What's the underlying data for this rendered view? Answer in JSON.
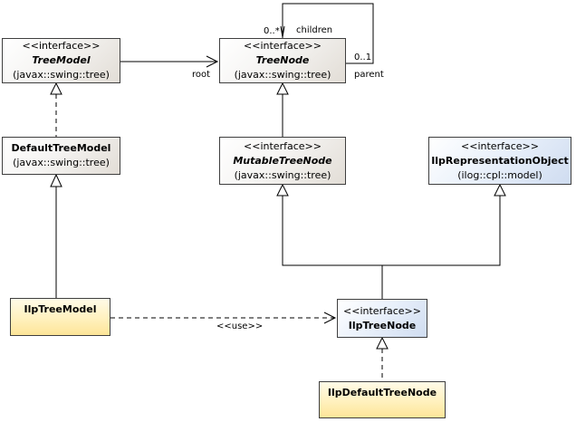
{
  "classes": {
    "tree_model": {
      "stereotype": "<<interface>>",
      "name": "TreeModel",
      "package": "(javax::swing::tree)"
    },
    "tree_node": {
      "stereotype": "<<interface>>",
      "name": "TreeNode",
      "package": "(javax::swing::tree)"
    },
    "default_tree_model": {
      "name": "DefaultTreeModel",
      "package": "(javax::swing::tree)"
    },
    "mutable_tree_node": {
      "stereotype": "<<interface>>",
      "name": "MutableTreeNode",
      "package": "(javax::swing::tree)"
    },
    "ilp_representation_object": {
      "stereotype": "<<interface>>",
      "name": "IlpRepresentationObject",
      "package": "(ilog::cpl::model)"
    },
    "ilp_tree_model": {
      "name": "IlpTreeModel"
    },
    "ilp_tree_node": {
      "stereotype": "<<interface>>",
      "name": "IlpTreeNode"
    },
    "ilp_default_tree_node": {
      "name": "IlpDefaultTreeNode"
    }
  },
  "labels": {
    "root": "root",
    "children": "children",
    "children_multiplicity": "0..*",
    "parent": "parent",
    "parent_multiplicity": "0..1",
    "use": "<<use>>"
  }
}
